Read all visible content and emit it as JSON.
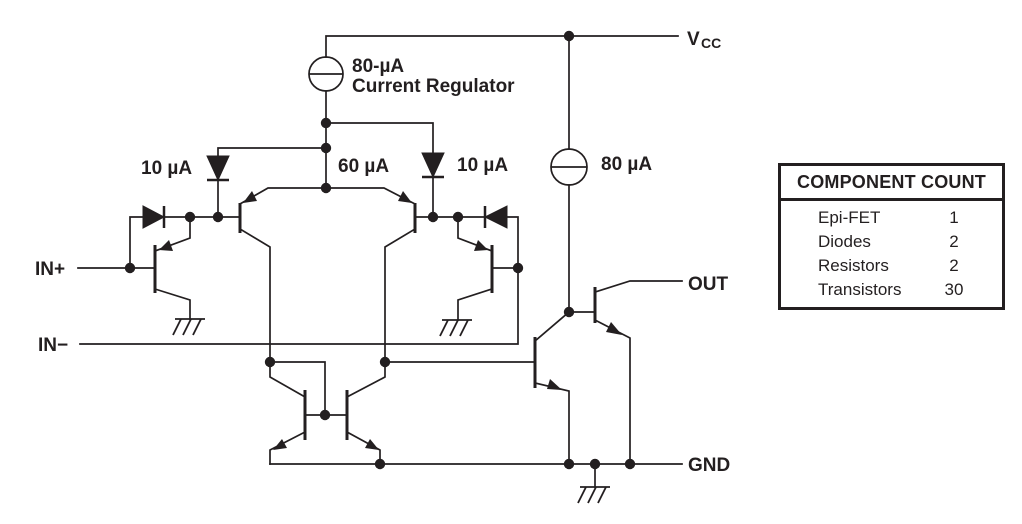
{
  "labels": {
    "vcc_main": "V",
    "vcc_sub": "CC",
    "out": "OUT",
    "gnd": "GND",
    "in_plus": "IN+",
    "in_minus": "IN−",
    "regulator_value": "80-µA",
    "regulator_name": "Current Regulator",
    "current_left_diode": "10 µA",
    "current_tail": "60 µA",
    "current_right_diode": "10 µA",
    "current_output_source": "80 µA"
  },
  "component_count": {
    "title": "COMPONENT COUNT",
    "rows": [
      {
        "label": "Epi-FET",
        "value": "1"
      },
      {
        "label": "Diodes",
        "value": "2"
      },
      {
        "label": "Resistors",
        "value": "2"
      },
      {
        "label": "Transistors",
        "value": "30"
      }
    ]
  },
  "colors": {
    "ink": "#231f20",
    "background": "#ffffff"
  }
}
